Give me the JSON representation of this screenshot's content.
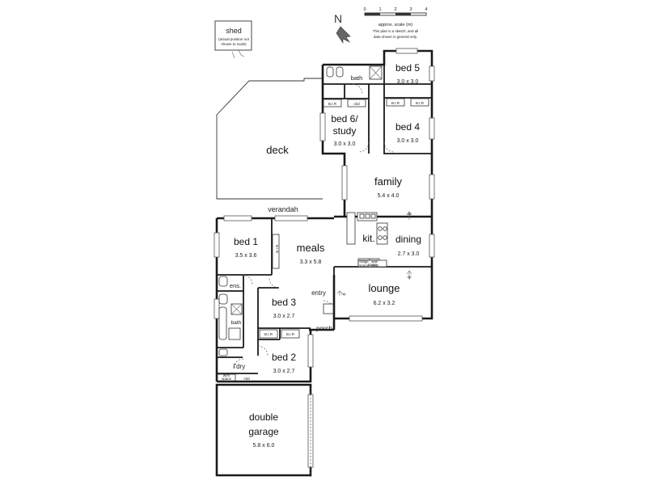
{
  "scale": {
    "ticks": [
      "0",
      "1",
      "2",
      "3",
      "4"
    ],
    "title": "approx. scale (m)",
    "note_line1": "This plan is a sketch, and all",
    "note_line2": "data shown is general only."
  },
  "north": {
    "label": "N"
  },
  "shed": {
    "label": "shed",
    "note_line1": "(actual position not",
    "note_line2": "shown to scale)"
  },
  "rooms": {
    "bed5": {
      "name": "bed 5",
      "dims": "3.0 x 3.0"
    },
    "bed4": {
      "name": "bed 4",
      "dims": "3.0 x 3.0"
    },
    "bed6": {
      "name_line1": "bed 6/",
      "name_line2": "study",
      "dims": "3.0 x 3.0"
    },
    "bath_top": {
      "name": "bath"
    },
    "deck": {
      "name": "deck"
    },
    "family": {
      "name": "family",
      "dims": "5.4 x 4.0"
    },
    "verandah": {
      "name": "verandah"
    },
    "kit": {
      "name": "kit."
    },
    "dining": {
      "name": "dining",
      "dims": "2.7 x 3.0"
    },
    "bed1": {
      "name": "bed 1",
      "dims": "3.5 x 3.6"
    },
    "meals": {
      "name": "meals",
      "dims": "3.3 x 5.8"
    },
    "lounge": {
      "name": "lounge",
      "dims": "6.2 x 3.2"
    },
    "entry": {
      "name": "entry"
    },
    "ens": {
      "name": "ens."
    },
    "bed3": {
      "name": "bed 3",
      "dims": "3.0 x 2.7"
    },
    "bath_left": {
      "name": "bath"
    },
    "porch": {
      "name": "porch"
    },
    "bed2": {
      "name": "bed 2",
      "dims": "3.0 x 2.7"
    },
    "ldry": {
      "name": "l'dry"
    },
    "garage": {
      "name_line1": "double",
      "name_line2": "garage",
      "dims": "5.8 x 6.0"
    }
  },
  "labels": {
    "bir": "B.I.R",
    "cbd": "cbd",
    "up": "up",
    "fridge_line1": "fridge",
    "fridge_line2": "space",
    "wall_oven_line1": "wall",
    "wall_oven_line2": "oven",
    "pantry": "pantry",
    "bir_vertical": "B I R",
    "ldry_cbd": "cbd",
    "wm_line1": "w/m",
    "wm_line2": "space"
  }
}
